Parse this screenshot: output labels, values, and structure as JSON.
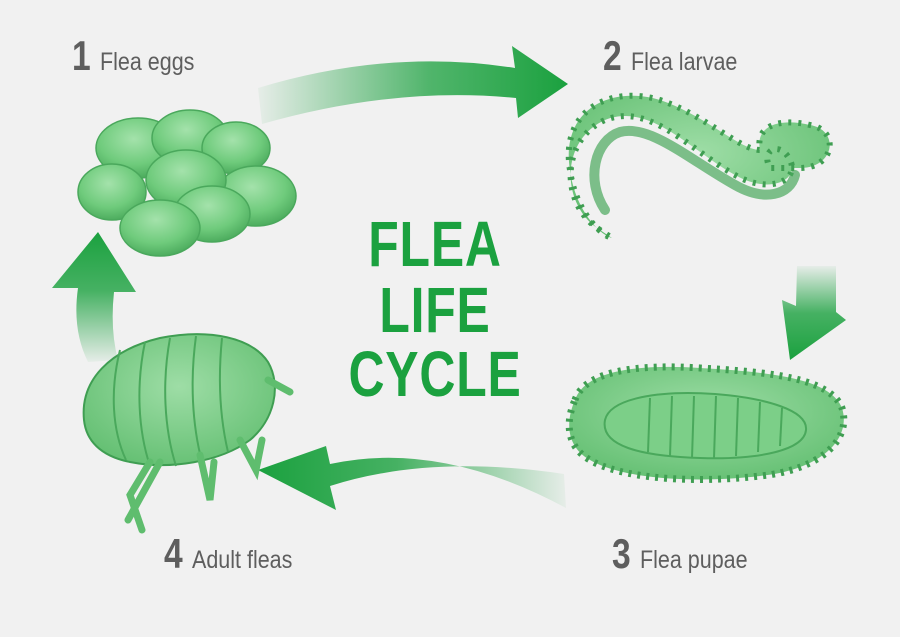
{
  "title": {
    "line1": "FLEA",
    "line2": "LIFE CYCLE"
  },
  "stages": [
    {
      "number": "1",
      "label": "Flea eggs"
    },
    {
      "number": "2",
      "label": "Flea larvae"
    },
    {
      "number": "3",
      "label": "Flea pupae"
    },
    {
      "number": "4",
      "label": "Adult fleas"
    }
  ],
  "colors": {
    "accent": "#1ba13f",
    "illustration": "#6cc97a",
    "illustration_dark": "#3f9e52",
    "label": "#5e5e5e",
    "background": "#f1f1f1"
  }
}
